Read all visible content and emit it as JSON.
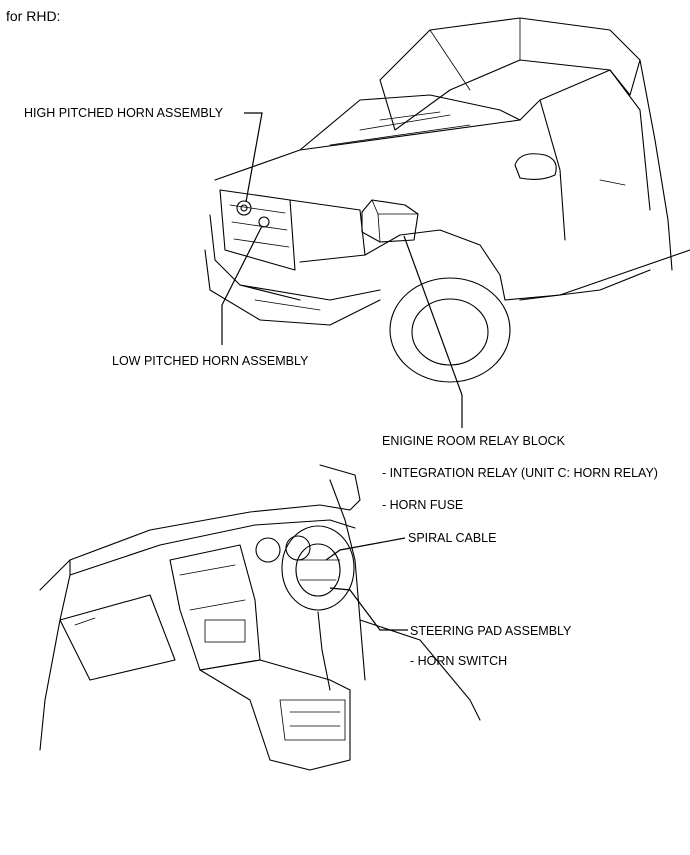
{
  "heading": "for RHD:",
  "callouts": {
    "high_horn": "HIGH PITCHED HORN ASSEMBLY",
    "low_horn": "LOW PITCHED HORN ASSEMBLY",
    "relay_block": "ENIGINE ROOM RELAY BLOCK",
    "integration_relay": "- INTEGRATION RELAY (UNIT C: HORN RELAY)",
    "horn_fuse": "- HORN FUSE",
    "spiral_cable": "SPIRAL CABLE",
    "steering_pad": "STEERING PAD ASSEMBLY",
    "horn_switch": "- HORN SWITCH"
  }
}
